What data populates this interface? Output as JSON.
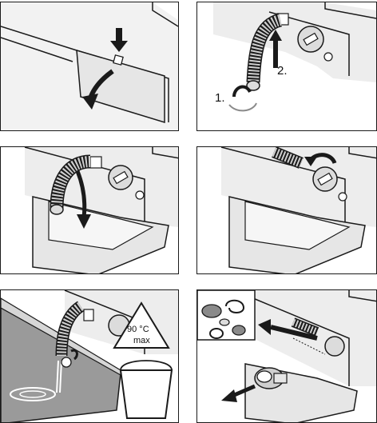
{
  "steps": {
    "step_1_label": "1.",
    "step_2_label": "2."
  },
  "warning": {
    "temperature": "90 °C",
    "max_label": "max"
  },
  "colors": {
    "line": "#1a1a1a",
    "fill_light": "#e6e6e6",
    "fill_mid": "#cfcfcf",
    "fill_dark": "#8a8a8a"
  },
  "icons": [
    "arrow-icon",
    "hose-icon",
    "pump-cap-icon",
    "warning-triangle-icon",
    "bucket-icon",
    "coin-icon",
    "paper-clip-icon",
    "button-icon"
  ]
}
